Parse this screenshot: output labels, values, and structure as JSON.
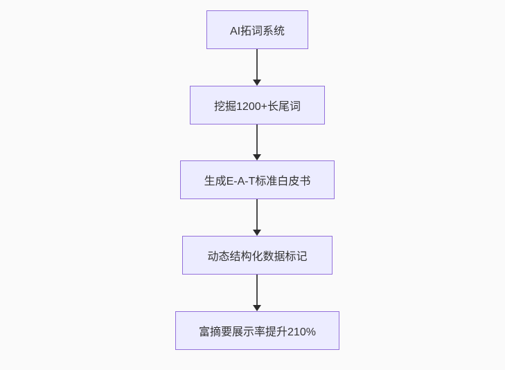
{
  "flowchart": {
    "type": "flowchart",
    "direction": "top-down",
    "nodes": [
      {
        "id": "node-1",
        "label": "AI拓词系统"
      },
      {
        "id": "node-2",
        "label": "挖掘1200+长尾词"
      },
      {
        "id": "node-3",
        "label": "生成E-A-T标准白皮书"
      },
      {
        "id": "node-4",
        "label": "动态结构化数据标记"
      },
      {
        "id": "node-5",
        "label": "富摘要展示率提升210%"
      }
    ],
    "edges": [
      {
        "from": "node-1",
        "to": "node-2",
        "arrow": "down"
      },
      {
        "from": "node-2",
        "to": "node-3",
        "arrow": "down"
      },
      {
        "from": "node-3",
        "to": "node-4",
        "arrow": "down"
      },
      {
        "from": "node-4",
        "to": "node-5",
        "arrow": "down"
      }
    ],
    "style": {
      "background": "#fafafa",
      "node_fill": "#ececff",
      "node_border": "#9370db",
      "text_color": "#333333",
      "arrow_color": "#333333"
    }
  }
}
